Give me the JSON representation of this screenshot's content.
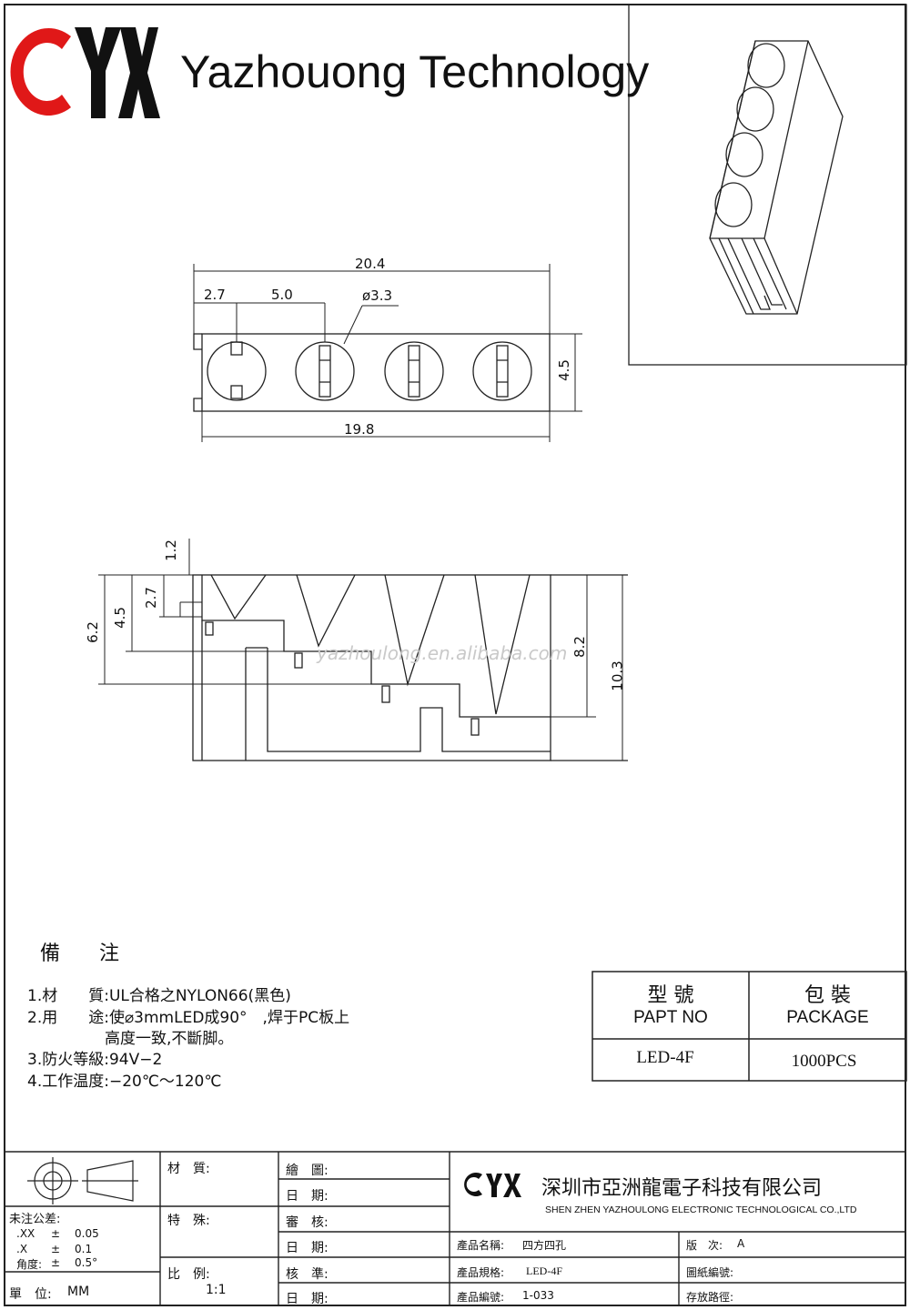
{
  "header": {
    "logo_text": "CYX",
    "company": "Yazhouong Technology"
  },
  "dimensions": {
    "top_view": {
      "overall": "20.4",
      "offset": "2.7",
      "pitch": "5.0",
      "hole_dia": "ø3.3",
      "height": "4.5",
      "body_length": "19.8"
    },
    "side_view": {
      "d1": "1.2",
      "d2": "2.7",
      "d3": "4.5",
      "d4": "6.2",
      "d5": "8.2",
      "d6": "10.3"
    }
  },
  "watermark": "yazhoulong.en.alibaba.com",
  "notes": {
    "title": "備 注",
    "lines": [
      "1.材　　質:UL合格之NYLON66(黑色)",
      "2.用　　途:使⌀3mmLED成90°　,焊于PC板上",
      "　　　　　高度一致,不斷脚。",
      "3.防火等級:94V−2",
      "4.工作温度:−20℃～120℃"
    ]
  },
  "part_table": {
    "col1_cn": "型 號",
    "col1_en": "PAPT NO",
    "col2_cn": "包 裝",
    "col2_en": "PACKAGE",
    "part_no": "LED-4F",
    "package": "1000PCS"
  },
  "title_block": {
    "tolerance_label": "未注公差:",
    "tol_xx_label": ".XX",
    "tol_xx_sign": "±",
    "tol_xx_val": "0.05",
    "tol_x_label": ".X",
    "tol_x_sign": "±",
    "tol_x_val": "0.1",
    "tol_angle_label": "角度:",
    "tol_angle_sign": "±",
    "tol_angle_val": "0.5°",
    "unit_label": "單　位:",
    "unit_value": "MM",
    "material_label": "材　質:",
    "special_label": "特　殊:",
    "scale_label": "比　例:",
    "scale_value": "1:1",
    "draw_label": "繪　圖:",
    "date_label_1": "日　期:",
    "review_label": "審　核:",
    "date_label_2": "日　期:",
    "approve_label": "核　準:",
    "date_label_3": "日　期:",
    "company_logo": "CYX",
    "company_cn": "深圳市亞洲龍電子科技有限公司",
    "company_en": "SHEN ZHEN YAZHOULONG ELECTRONIC TECHNOLOGICAL CO.,LTD",
    "product_name_label": "產品名稱:",
    "product_name_value": "四方四孔",
    "version_label": "版　次:",
    "version_value": "A",
    "spec_label": "產品規格:",
    "spec_value": "LED-4F",
    "drawing_no_label": "圖紙編號:",
    "code_label": "產品編號:",
    "code_value": "1-033",
    "path_label": "存放路徑:"
  }
}
